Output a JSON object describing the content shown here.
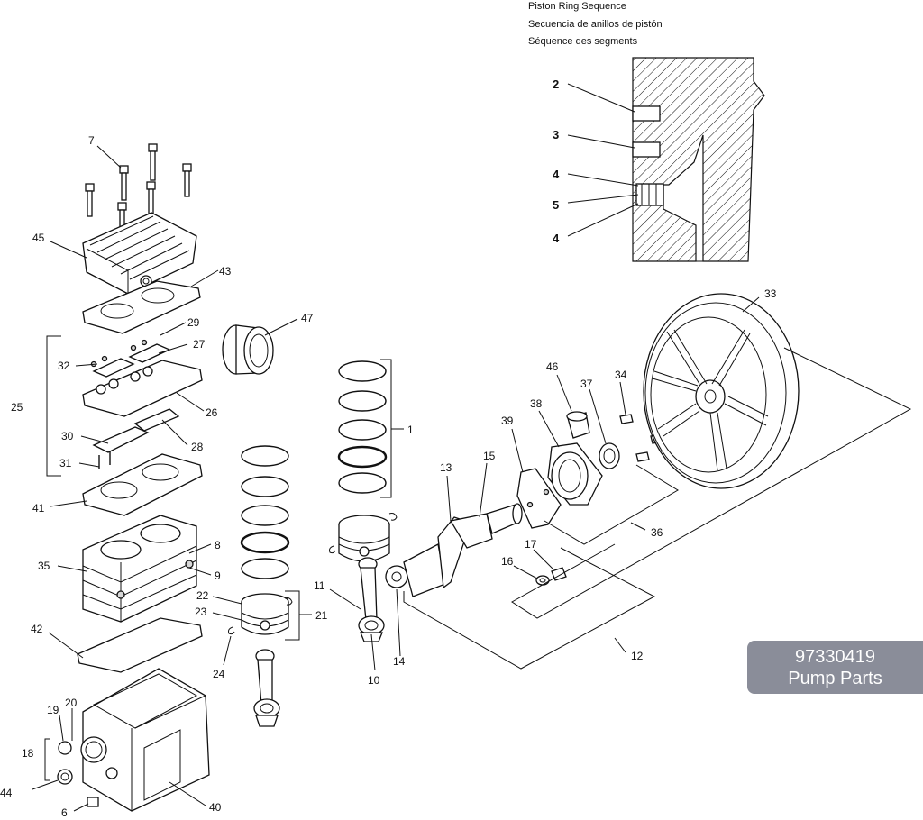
{
  "header": {
    "line1": "Piston Ring Sequence",
    "line2": "Secuencia de anillos de pistón",
    "line3": "Séquence des segments"
  },
  "badge": {
    "part_number": "97330419",
    "title": "Pump Parts",
    "color": "#8a8d99"
  },
  "section_callouts": [
    "2",
    "3",
    "4",
    "5",
    "4"
  ],
  "callouts": [
    "1",
    "6",
    "7",
    "8",
    "9",
    "10",
    "11",
    "12",
    "13",
    "14",
    "15",
    "16",
    "17",
    "18",
    "19",
    "20",
    "21",
    "22",
    "23",
    "24",
    "25",
    "26",
    "27",
    "28",
    "29",
    "30",
    "31",
    "32",
    "33",
    "34",
    "35",
    "36",
    "37",
    "38",
    "39",
    "40",
    "41",
    "42",
    "43",
    "44",
    "45",
    "46",
    "47"
  ]
}
